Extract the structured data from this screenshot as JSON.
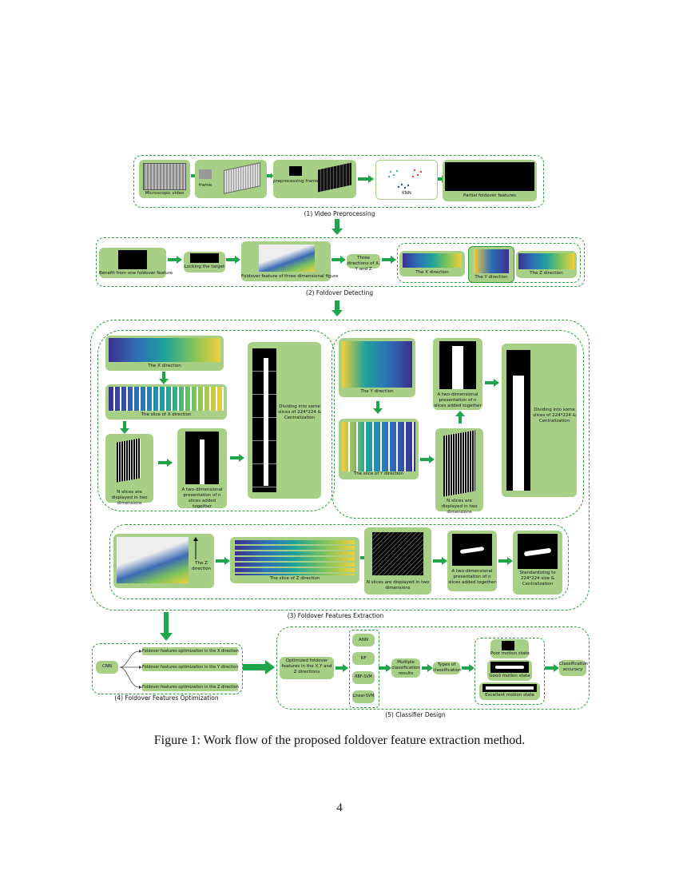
{
  "sections": {
    "s1": {
      "caption": "(1) Video Preprocessing",
      "labels": {
        "microscopic": "Microscopic video",
        "frame": "frame",
        "preproc_frame": "preprocessing frame",
        "knn": "KNN",
        "partial": "Partial foldover features"
      }
    },
    "s2": {
      "caption": "(2) Foldover Detecting",
      "labels": {
        "benefit": "Benefit from one foldover feature",
        "locking": "Locking the target",
        "three_dim": "Foldover feature of three dimensional figure",
        "three_dirs": "Three directions of X, Y and Z",
        "x_dir": "The X direction",
        "y_dir": "The Y direction",
        "z_dir": "The Z direction"
      }
    },
    "s3": {
      "caption": "(3) Foldover Features Extraction",
      "labels": {
        "x_direction": "The X direction",
        "x_slice": "The slice of X direction",
        "n_slices_x": "N slices are displayed in two dimensions",
        "two_dim_x": "A two-dimensional presentation of n slices added together",
        "dividing_x": "Dividing into some slices of 224*224 & Centralization",
        "y_direction": "The Y direction",
        "y_slice": "The slice of Y direction",
        "two_dim_y": "A two-dimensional presentation of n slices added together",
        "n_slices_y": "N slices are displayed in two dimensions",
        "dividing_y": "Dividing into some slices of 224*224 & Centralization",
        "z_direction": "The Z direction",
        "z_slice": "The slice of Z direction",
        "n_slices_z": "N slices are displayed in two dimensions",
        "two_dim_z": "A two-dimensional presentation of n slices added together",
        "standardizing": "Standardizing to 224*224 size & Centralization"
      }
    },
    "s4": {
      "caption": "(4) Foldover Features Optimization",
      "labels": {
        "cnn": "CNN",
        "opt_x": "Foldover features optimization in the X direction",
        "opt_y": "Foldover features optimization in the Y direction",
        "opt_z": "Foldover features optimization in the Z direction"
      }
    },
    "s5": {
      "caption": "(5) Classifier Design",
      "labels": {
        "optimized": "Optimized foldover features in the X,Y and Z directions",
        "ann": "ANN",
        "rf": "RF",
        "rbf_svm": "RBF-SVM",
        "linear_svm": "Linear-SVM",
        "multiple": "Multiple classification results",
        "types": "Types of classification",
        "poor": "Poor motion state",
        "good": "Good motion state",
        "excellent": "Excellent motion state",
        "accuracy": "Classification accuracy"
      }
    }
  },
  "figure_caption": "Figure 1: Work flow of the proposed foldover feature extraction method.",
  "page_number": "4",
  "colors": {
    "accent": "#2a9d3a",
    "box": "#a7cf86",
    "arrow": "#1fa64a"
  }
}
